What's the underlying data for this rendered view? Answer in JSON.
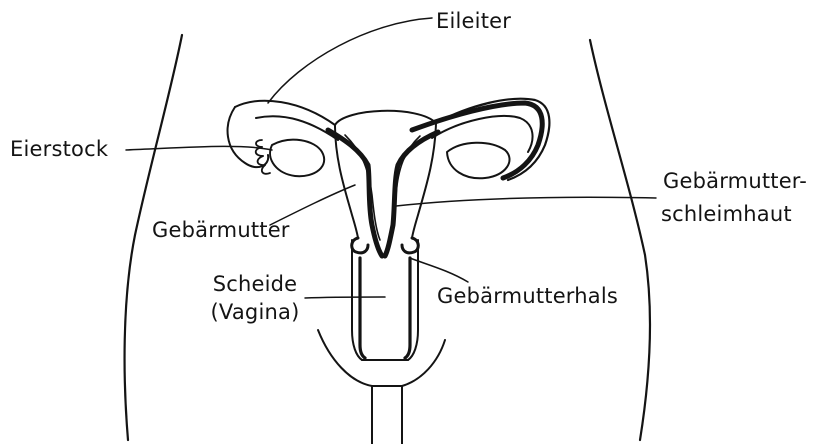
{
  "labels": {
    "eileiter": "Eileiter",
    "eierstock": "Eierstock",
    "gebaermutter": "Gebärmutter",
    "schleimhaut_line1": "Gebärmutter-",
    "schleimhaut_line2": "schleimhaut",
    "scheide_line1": "Scheide",
    "scheide_line2": "(Vagina)",
    "gebaermutterhals": "Gebärmutterhals"
  },
  "colors": {
    "ink": "#141414",
    "background": "#ffffff"
  }
}
